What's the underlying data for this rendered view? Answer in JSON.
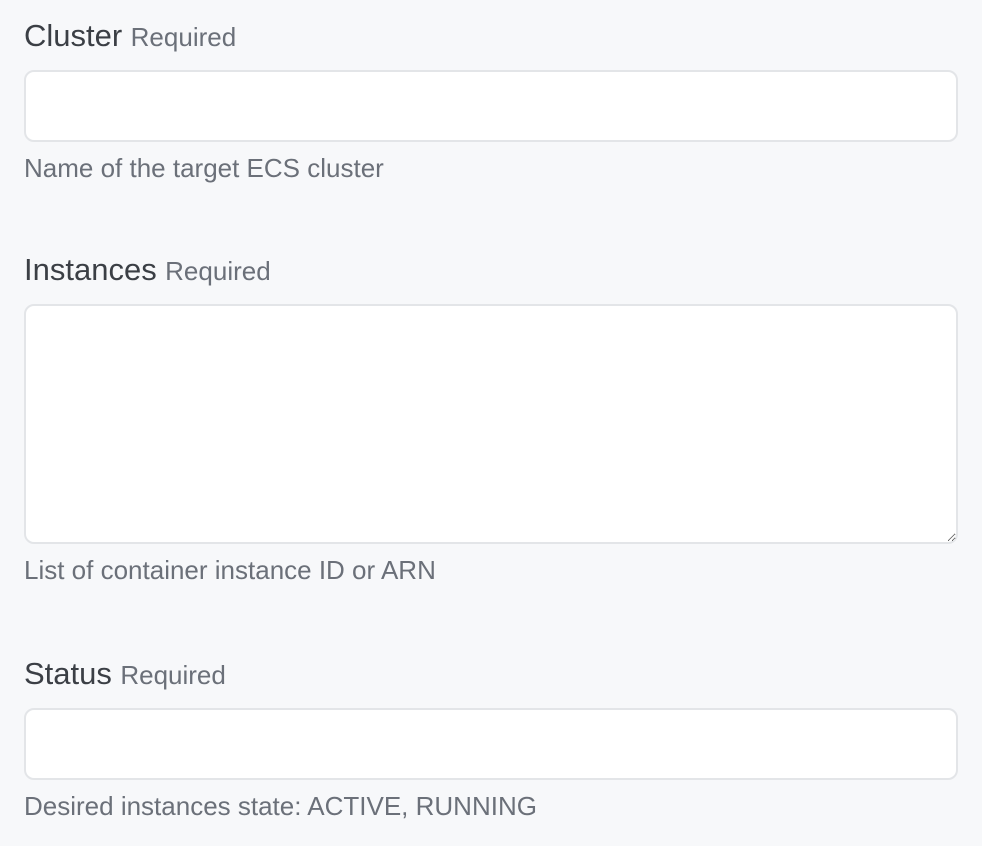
{
  "fields": {
    "cluster": {
      "label": "Cluster",
      "required": "Required",
      "value": "",
      "help": "Name of the target ECS cluster"
    },
    "instances": {
      "label": "Instances",
      "required": "Required",
      "value": "",
      "help": "List of container instance ID or ARN"
    },
    "status": {
      "label": "Status",
      "required": "Required",
      "value": "",
      "help": "Desired instances state: ACTIVE, RUNNING"
    }
  }
}
